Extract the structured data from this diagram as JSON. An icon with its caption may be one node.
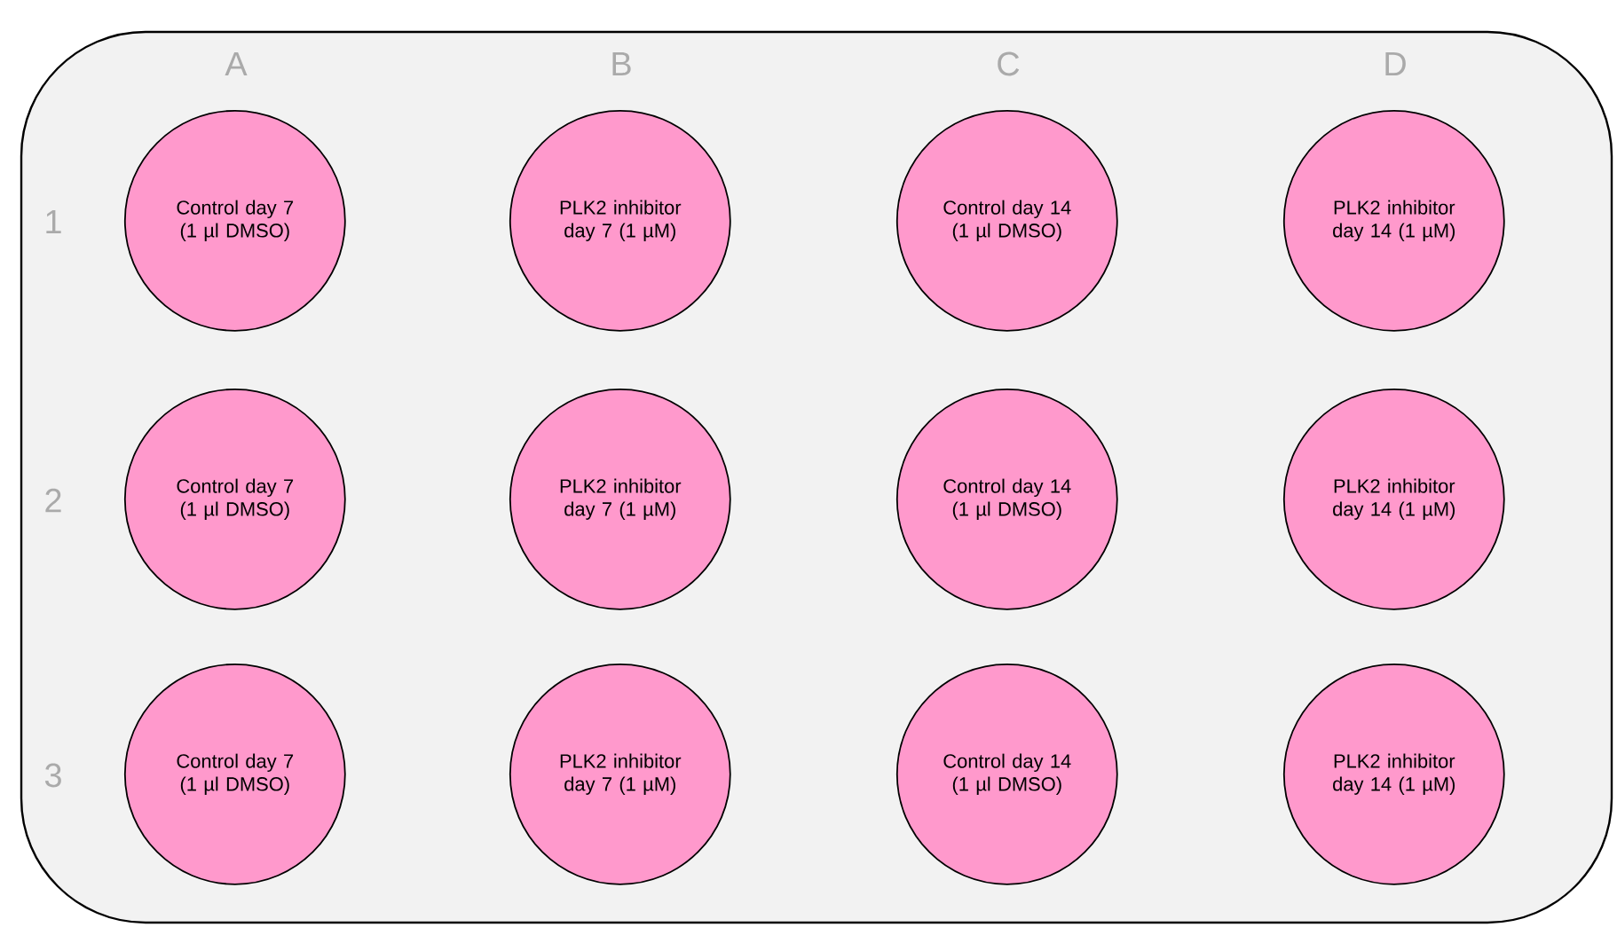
{
  "diagram": {
    "nodes": [
      {
        "text": [],
        "shape": "box"
      },
      {
        "text": [
          "Control day 7 (1 µl DMSO)"
        ],
        "in": 0
      },
      {
        "text": [
          "PLK2 inhibitor day 7 (1 µM)"
        ],
        "in": 0
      },
      {
        "text": [
          "Control day 14 (1 µl DMSO)"
        ],
        "in": 0
      },
      {
        "text": [
          "PLK2 inhibitor day 14 (1 µM)"
        ],
        "in": 0
      },
      {
        "text": [
          "Control day 7 (1 µl DMSO)"
        ],
        "in": 0
      },
      {
        "text": [
          "PLK2 inhibitor day 7 (1 µM)"
        ],
        "in": 0
      },
      {
        "text": [
          "Control day 14 (1 µl DMSO)"
        ],
        "in": 0
      },
      {
        "text": [
          "PLK2 inhibitor day 14 (1 µM)"
        ],
        "in": 0
      },
      {
        "text": [
          "Control day 7 (1 µl DMSO)"
        ],
        "in": 0
      },
      {
        "text": [
          "PLK2 inhibitor day 7 (1 µM)"
        ],
        "in": 0
      },
      {
        "text": [
          "Control day 14 (1 µl DMSO)"
        ],
        "in": 0
      },
      {
        "text": [
          "PLK2 inhibitor day 14 (1 µM)"
        ],
        "in": 0
      }
    ],
    "labels": [
      "A",
      "B",
      "C",
      "D",
      "1",
      "2",
      "3"
    ]
  }
}
